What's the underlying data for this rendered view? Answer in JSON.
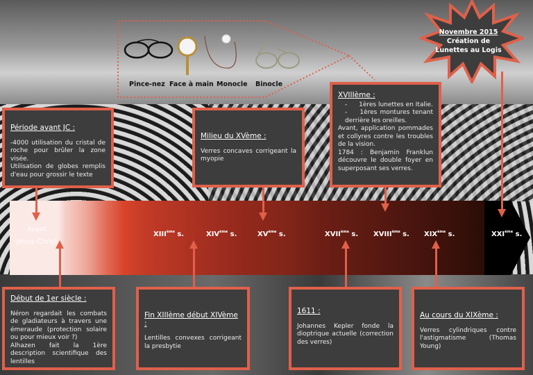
{
  "glasses": [
    "Pince-nez",
    "Face à main",
    "Monocle",
    "Binocle"
  ],
  "star": {
    "title": "Novembre 2015",
    "line1": "Création de",
    "line2": "Lunettes au Logis"
  },
  "timeline": {
    "before_1": "Avant",
    "before_2": "Jésus-Christ",
    "centuries": [
      {
        "roman": "XIII",
        "sup": "ème",
        "suffix": " s."
      },
      {
        "roman": "XIV",
        "sup": "ème",
        "suffix": " s."
      },
      {
        "roman": "XV",
        "sup": "ème",
        "suffix": " s."
      },
      {
        "roman": "XVII",
        "sup": "ème",
        "suffix": " s."
      },
      {
        "roman": "XVIII",
        "sup": "ème",
        "suffix": " s."
      },
      {
        "roman": "XIX",
        "sup": "ème",
        "suffix": " s."
      },
      {
        "roman": "XXI",
        "sup": "ème",
        "suffix": " s."
      }
    ]
  },
  "top_boxes": [
    {
      "title": "Période avant JC :",
      "text1": "-4000 utilisation du cristal de roche pour brûler la zone visée.",
      "text2": "Utilisation de globes remplis d'eau pour grossir le texte"
    },
    {
      "title": "Milieu du XVème :",
      "text1": "Verres concaves corrigeant la myopie"
    },
    {
      "title": "XVIIIème :",
      "item1": "1ères lunettes en Italie.",
      "item2": "1ères montures tenant derrière les oreilles.",
      "text1": "Avant, application pommades et collyres contre les troubles de la vision.",
      "text2": "1784 : Benjamin Franklun découvre le double foyer en superposant ses verres."
    }
  ],
  "bottom_boxes": [
    {
      "title": "Début de 1er siècle :",
      "text1": "Néron regardait les combats de gladiateurs à travers une émeraude (protection solaire ou pour mieux voir ?)",
      "text2": "Alhazen fait la 1ère description scientifique des lentilles"
    },
    {
      "title": "Fin XIIIème début XIVème :",
      "text1": "Lentilles convexes corrigeant la presbytie"
    },
    {
      "title": "1611 :",
      "text1": "Johannes Kepler fonde la dioptrique actuelle (correction des verres)"
    },
    {
      "title": "Au cours du XIXème :",
      "text1": "Verres cylindriques contre l'astigmatisme (Thomas Young)"
    }
  ]
}
